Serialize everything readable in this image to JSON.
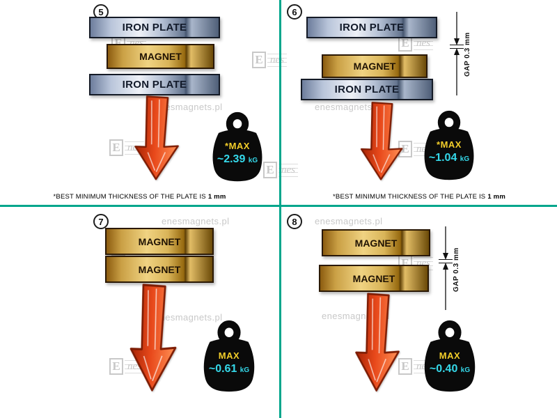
{
  "colors": {
    "divider": "#00a68c",
    "max_label": "#f2cd2a",
    "weight_value": "#35d9ea",
    "arrow": "#e8491b",
    "iron_plate": "#b9c5da",
    "magnet": "#e8c96a",
    "watermark": "#c8c8c8"
  },
  "watermark": {
    "site": "enesmagnets.pl",
    "logo_e": "E",
    "logo_rest": "nes"
  },
  "footnote": {
    "text": "*BEST MINIMUM THICKNESS OF THE PLATE IS",
    "bold": "1 mm"
  },
  "gap_label": "GAP 0.3 mm",
  "panels": [
    {
      "number": "5",
      "layers": [
        "IRON PLATE",
        "MAGNET",
        "IRON PLATE"
      ],
      "weight": {
        "label": "*MAX",
        "value": "~2.39",
        "unit": "kG"
      }
    },
    {
      "number": "6",
      "layers": [
        "IRON PLATE",
        "MAGNET",
        "IRON PLATE"
      ],
      "weight": {
        "label": "*MAX",
        "value": "~1.04",
        "unit": "kG"
      }
    },
    {
      "number": "7",
      "layers": [
        "MAGNET",
        "MAGNET"
      ],
      "weight": {
        "label": "MAX",
        "value": "~0.61",
        "unit": "kG"
      }
    },
    {
      "number": "8",
      "layers": [
        "MAGNET",
        "MAGNET"
      ],
      "weight": {
        "label": "MAX",
        "value": "~0.40",
        "unit": "kG"
      }
    }
  ]
}
